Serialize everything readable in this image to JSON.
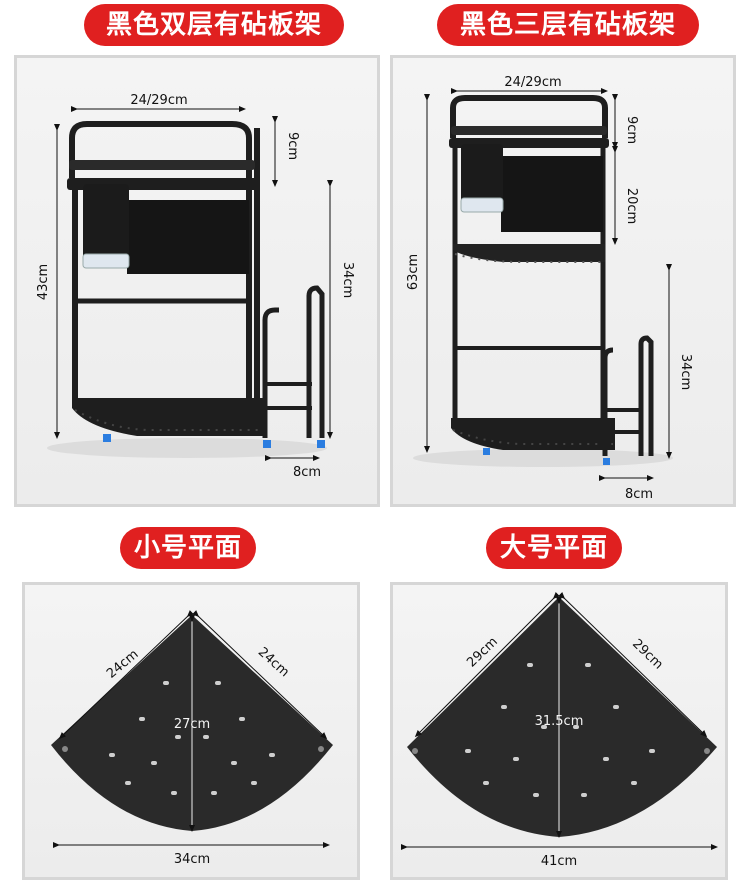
{
  "titles": {
    "two_tier": "黑色双层有砧板架",
    "three_tier": "黑色三层有砧板架",
    "small_plane": "小号平面",
    "large_plane": "大号平面"
  },
  "two_tier": {
    "width": "24/29cm",
    "top_gap": "9cm",
    "height": "43cm",
    "board_height": "34cm",
    "board_width": "8cm"
  },
  "three_tier": {
    "width": "24/29cm",
    "top_gap": "9cm",
    "middle_gap": "20cm",
    "height": "63cm",
    "board_height": "34cm",
    "board_width": "8cm"
  },
  "small_plane": {
    "left_edge": "24cm",
    "right_edge": "24cm",
    "center": "27cm",
    "bottom": "34cm"
  },
  "large_plane": {
    "left_edge": "29cm",
    "right_edge": "29cm",
    "center": "31.5cm",
    "bottom": "41cm"
  },
  "colors": {
    "accent": "#e02020",
    "rack": "#1e1e1e",
    "panel_border": "#d6d6d6"
  }
}
